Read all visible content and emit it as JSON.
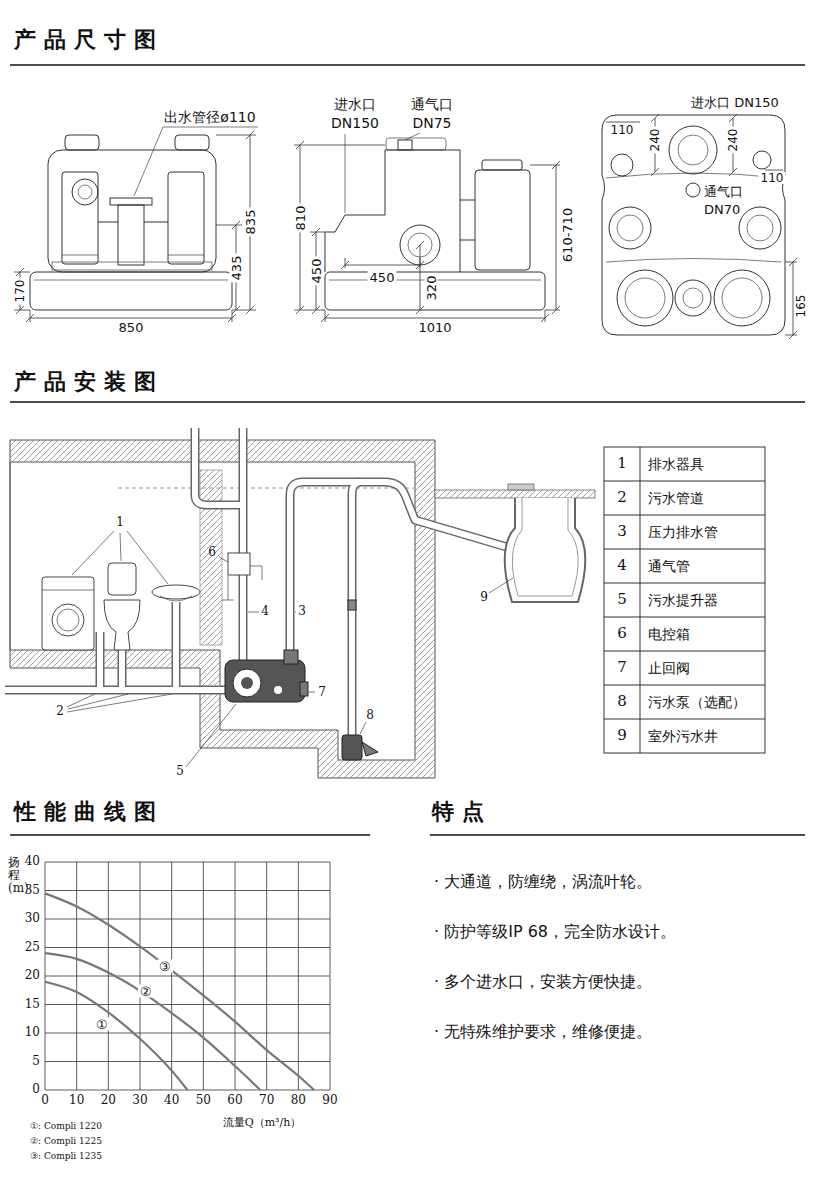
{
  "diagram": {
    "labels": [
      "产品尺寸图",
      "出水管径ø110",
      "835",
      "435",
      "170",
      "850",
      "进水口",
      "DN150",
      "通气口",
      "DN75",
      "810",
      "450",
      "450",
      "320",
      "610-710",
      "1010",
      "进水口 DN150",
      "110",
      "240",
      "240",
      "110",
      "通气口",
      "DN70",
      "165",
      "产品安装图",
      "1",
      "6",
      "4",
      "3",
      "9",
      "2",
      "7",
      "8",
      "5",
      "1",
      "排水器具",
      "2",
      "污水管道",
      "3",
      "压力排水管",
      "4",
      "通气管",
      "5",
      "污水提升器",
      "6",
      "电控箱",
      "7",
      "止回阀",
      "8",
      "污水泵（选配）",
      "9",
      "室外污水井",
      "性能曲线图",
      "扬程(m)",
      "40",
      "35",
      "30",
      "25",
      "20",
      "15",
      "10",
      "5",
      "0",
      "0",
      "10",
      "20",
      "30",
      "40",
      "50",
      "60",
      "70",
      "80",
      "90",
      "流量Q（m³/h）",
      "①",
      "②",
      "③",
      "①: Compli 1220",
      "②: Compli 1225",
      "③: Compli 1235",
      "特点",
      "· 大通道，防缠绕，涡流叶轮。",
      "· 防护等级IP 68，完全防水设计。",
      "· 多个进水口，安装方便快捷。",
      "· 无特殊维护要求，维修便捷。"
    ]
  }
}
